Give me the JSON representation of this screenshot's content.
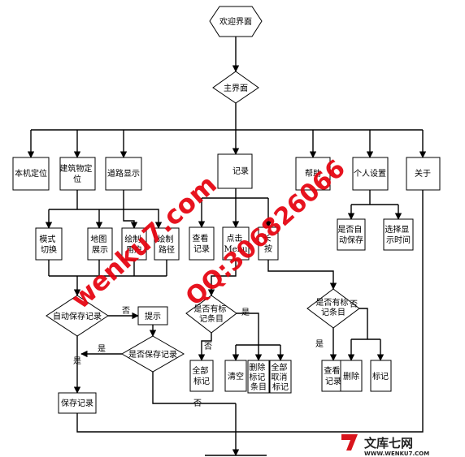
{
  "nodes": {
    "welcome": "欢迎界面",
    "main": "主界面",
    "local_locate": "本机定位",
    "building_locate": [
      "建筑物定",
      "位"
    ],
    "road_display": "道路显示",
    "record": "记录",
    "help": "帮助",
    "personal_settings": "个人设置",
    "about": "关于",
    "mode_switch": [
      "模式",
      "切换"
    ],
    "map_display": [
      "地图",
      "展示"
    ],
    "draw_route": [
      "绘制",
      "用户"
    ],
    "draw_path": [
      "绘制",
      "路径"
    ],
    "view_records": [
      "查看",
      "记录"
    ],
    "click_menu": [
      "点击",
      "Menu"
    ],
    "long_press": [
      "长",
      "按"
    ],
    "auto_save_setting": [
      "是否自",
      "动保存"
    ],
    "display_time": [
      "选择显",
      "示时间"
    ],
    "auto_save_decision": "自动保存记录",
    "prompt": "提示",
    "save_decision": "是否保存记录",
    "mark_decision_1": [
      "是否有标",
      "记条目"
    ],
    "mark_decision_2": [
      "是否有标",
      "记条目"
    ],
    "all_marks": [
      "全部",
      "标记"
    ],
    "clear": "清空",
    "delete_marked": [
      "删除",
      "标记",
      "条目"
    ],
    "unmark_all": [
      "全部",
      "取消",
      "标记"
    ],
    "view_records_2": [
      "查看",
      "记录"
    ],
    "delete": "删除",
    "mark": "标记",
    "save_record": "保存记录"
  },
  "edge_labels": {
    "no": "否",
    "yes": "是"
  },
  "watermarks": [
    "wenku7.com",
    "QQ:306826066"
  ],
  "logo": {
    "name": "文库七网",
    "url": "WWW.WENKU7.COM"
  },
  "colors": {
    "watermark": "#e6000d",
    "logo_red": "#d8141c",
    "logo_dark": "#222222"
  }
}
